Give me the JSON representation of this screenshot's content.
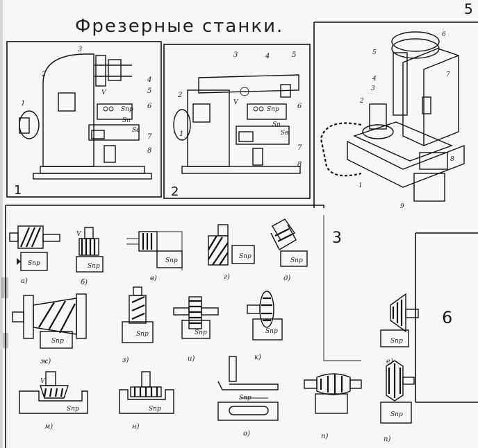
{
  "page": {
    "title": "Фрезерные станки.",
    "corner_mark": "5"
  },
  "panel1": {
    "number": "1",
    "callouts": [
      "1",
      "2",
      "3",
      "4",
      "5",
      "6",
      "7",
      "8"
    ],
    "v_label": "V",
    "feeds": {
      "snp": "Sпр",
      "sn": "Sп",
      "sb": "Sв"
    }
  },
  "panel2": {
    "number": "2",
    "callouts": [
      "1",
      "2",
      "3",
      "4",
      "5",
      "6",
      "7",
      "8"
    ],
    "v_label": "V",
    "feeds": {
      "snp": "Sпр",
      "sn": "Sп",
      "sb": "Sв"
    }
  },
  "panel3": {
    "callouts": [
      "1",
      "2",
      "3",
      "4",
      "5",
      "6",
      "7",
      "8",
      "9"
    ]
  },
  "schemes": {
    "region_number": "3",
    "side_number": "6",
    "v_label": "V",
    "feed_label": "Sпр",
    "items": [
      "а)",
      "б)",
      "в)",
      "г)",
      "д)",
      "е)",
      "ж)",
      "з)",
      "и)",
      "к)",
      "м)",
      "н)",
      "о)",
      "п)",
      "п)"
    ]
  },
  "colors": {
    "ink": "#111111",
    "paper": "#f7f7f5"
  }
}
